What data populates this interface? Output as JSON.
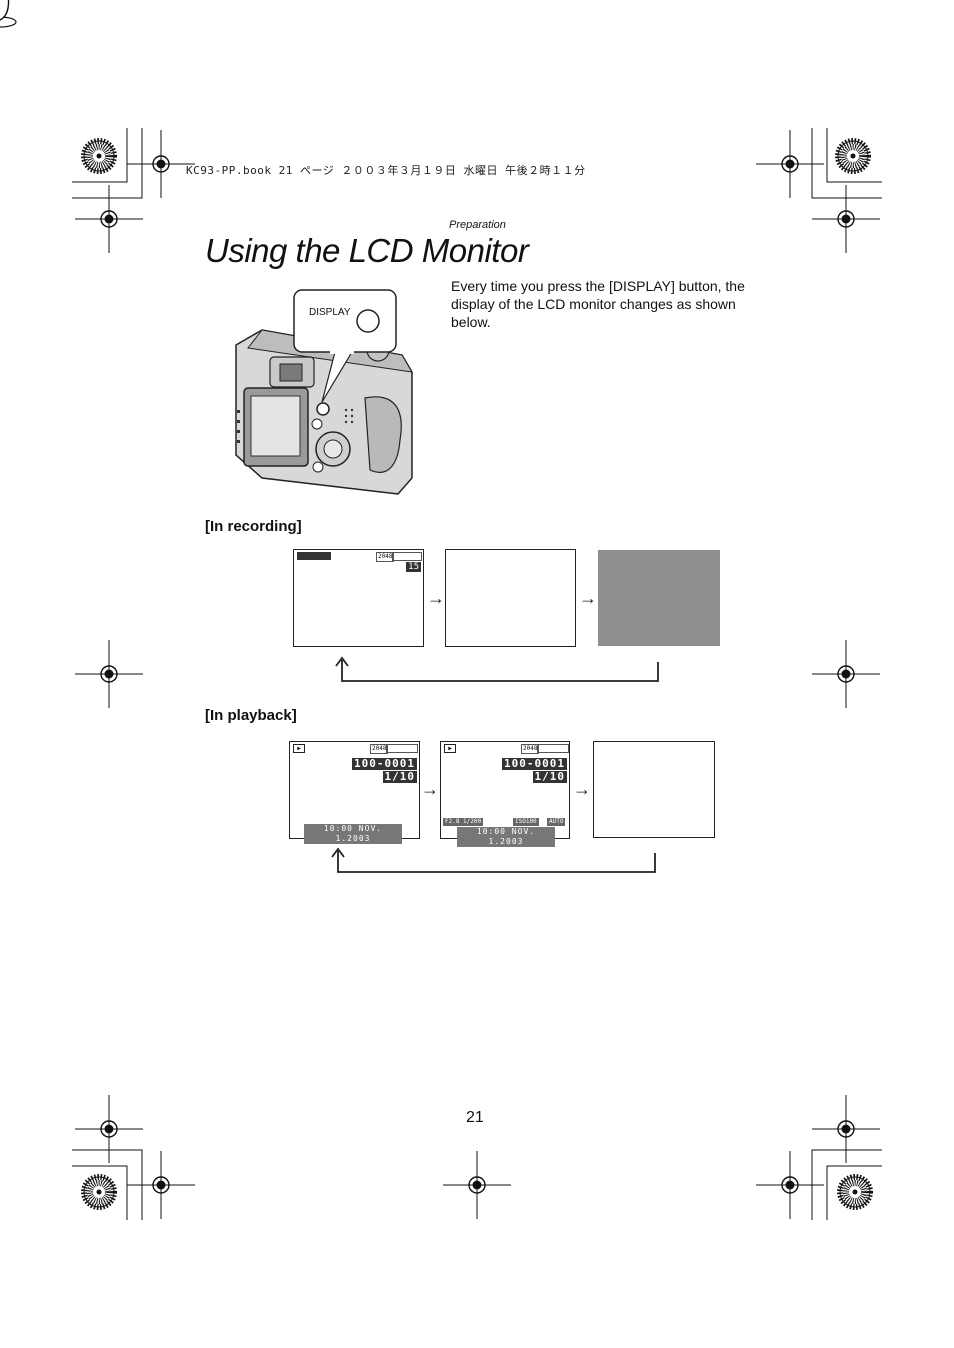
{
  "header": {
    "print_info": "KC93-PP.book  21 ページ  ２００３年３月１９日  水曜日  午後２時１１分",
    "section": "Preparation"
  },
  "title": "Using the LCD Monitor",
  "camera": {
    "button_label": "DISPLAY"
  },
  "intro": "Every time you press the [DISPLAY] button, the display of the LCD monitor changes as shown below.",
  "recording": {
    "heading": "[In recording]",
    "screen1": {
      "resolution": "2048",
      "remaining": "15"
    }
  },
  "playback": {
    "heading": "[In playback]",
    "screen1": {
      "resolution": "2048",
      "file_number": "100-0001",
      "count": "1/10",
      "date": "10:00 NOV. 1.2003"
    },
    "screen2": {
      "resolution": "2048",
      "file_number": "100-0001",
      "count": "1/10",
      "exposure": "F2.8 1/200",
      "iso": "ISO100",
      "wb": "AUTO",
      "date": "10:00 NOV. 1.2003"
    }
  },
  "page_number": "21"
}
